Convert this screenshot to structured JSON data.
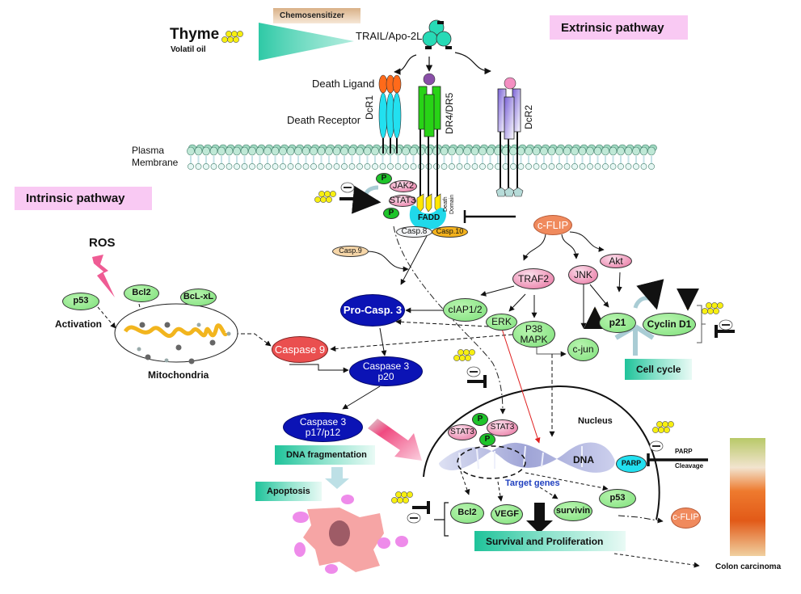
{
  "title_boxes": {
    "extrinsic": "Extrinsic pathway",
    "intrinsic": "Intrinsic pathway"
  },
  "thyme": {
    "name": "Thyme",
    "subtitle": "Volatil oil",
    "chemosensitizer": "Chemosensitizer"
  },
  "ligand": {
    "label": "TRAIL/Apo-2L"
  },
  "receptor_labels": {
    "death_ligand": "Death Ligand",
    "death_receptor": "Death Receptor",
    "dcr1": "DcR1",
    "dr4_dr5": "DR4/DR5",
    "dcr2": "DcR2",
    "plasma": "Plasma",
    "membrane": "Membrane",
    "death_domain_1": "Death",
    "death_domain_2": "Domain"
  },
  "disc": {
    "jak2": "JAK2",
    "stat3": "STAT3",
    "p": "P",
    "fadd": "FADD",
    "casp8": "Casp.8",
    "casp10": "Casp.10",
    "casp9_small": "Casp.9"
  },
  "intrinsic": {
    "ros": "ROS",
    "p53": "p53",
    "bcl2": "Bcl2",
    "bclxl": "BcL-xL",
    "activation": "Activation",
    "mitochondria": "Mitochondria"
  },
  "caspases": {
    "pro_casp3": "Pro-Casp. 3",
    "caspase9": "Caspase 9",
    "caspase3_p20_l1": "Caspase 3",
    "caspase3_p20_l2": "p20",
    "caspase3_p17_l1": "Caspase 3",
    "caspase3_p17_l2": "p17/p12"
  },
  "flip_branch": {
    "cflip": "c-FLIP",
    "traf2": "TRAF2",
    "jnk": "JNK",
    "akt": "Akt",
    "ciap": "cIAP1/2",
    "erk": "ERK",
    "p38_l1": "P38",
    "p38_l2": "MAPK",
    "cjun": "c-jun",
    "p21": "p21",
    "cyclin": "Cyclin  D1",
    "cell_cycle": "Cell cycle"
  },
  "outcomes": {
    "dna_fragmentation": "DNA  fragmentation",
    "apoptosis": "Apoptosis",
    "survival": "Survival and Proliferation",
    "colon": "Colon  carcinoma"
  },
  "nucleus": {
    "label": "Nucleus",
    "dna": "DNA",
    "target_genes": "Target genes",
    "stat3_a": "STAT3",
    "stat3_b": "STAT3",
    "parp": "PARP",
    "parp_cleavage_1": "PARP",
    "parp_cleavage_2": "Cleavage",
    "genes": [
      "Bcl2",
      "VEGF",
      "survivin",
      "p53"
    ],
    "cflip_out": "c-FLIP"
  },
  "inhibit_symbol": "—",
  "colors": {
    "thyme_dot": "#f7ef10",
    "caspase_blue": "#0b13b5",
    "caspase9_red": "#ea4f4f",
    "cflip_orange": "#f08a5d",
    "node_green": "#7ee07a",
    "node_pink": "#e8709e",
    "label_pink": "#f9c9f3",
    "target_genes_blue": "#1f3fbf"
  }
}
